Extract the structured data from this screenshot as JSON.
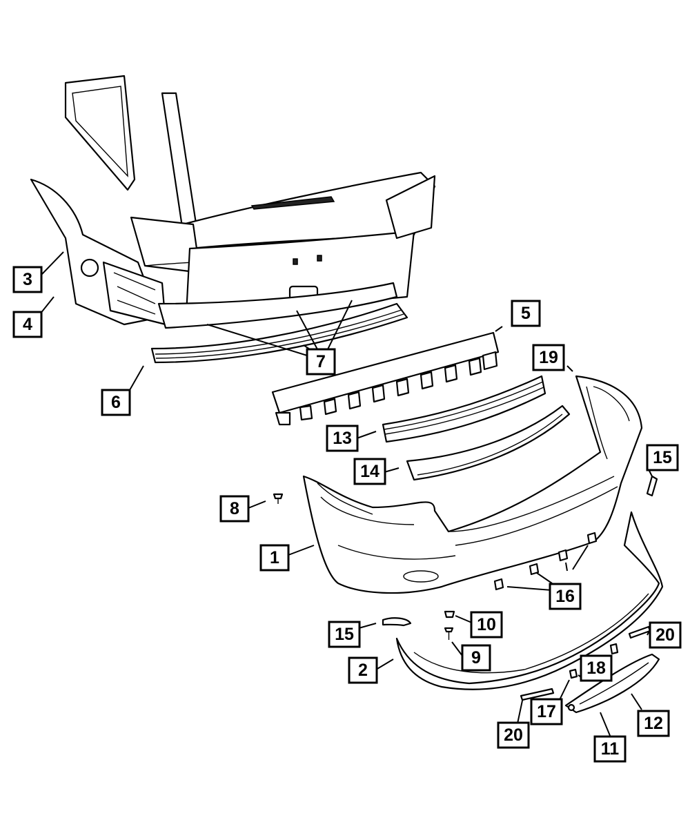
{
  "callouts": [
    {
      "id": "c1",
      "label": "1"
    },
    {
      "id": "c2",
      "label": "2"
    },
    {
      "id": "c3",
      "label": "3"
    },
    {
      "id": "c4",
      "label": "4"
    },
    {
      "id": "c5",
      "label": "5"
    },
    {
      "id": "c6",
      "label": "6"
    },
    {
      "id": "c7",
      "label": "7"
    },
    {
      "id": "c8",
      "label": "8"
    },
    {
      "id": "c9",
      "label": "9"
    },
    {
      "id": "c10",
      "label": "10"
    },
    {
      "id": "c11",
      "label": "11"
    },
    {
      "id": "c12",
      "label": "12"
    },
    {
      "id": "c13",
      "label": "13"
    },
    {
      "id": "c14",
      "label": "14"
    },
    {
      "id": "c15a",
      "label": "15"
    },
    {
      "id": "c15b",
      "label": "15"
    },
    {
      "id": "c16",
      "label": "16"
    },
    {
      "id": "c17",
      "label": "17"
    },
    {
      "id": "c18",
      "label": "18"
    },
    {
      "id": "c19",
      "label": "19"
    },
    {
      "id": "c20a",
      "label": "20"
    },
    {
      "id": "c20b",
      "label": "20"
    }
  ]
}
